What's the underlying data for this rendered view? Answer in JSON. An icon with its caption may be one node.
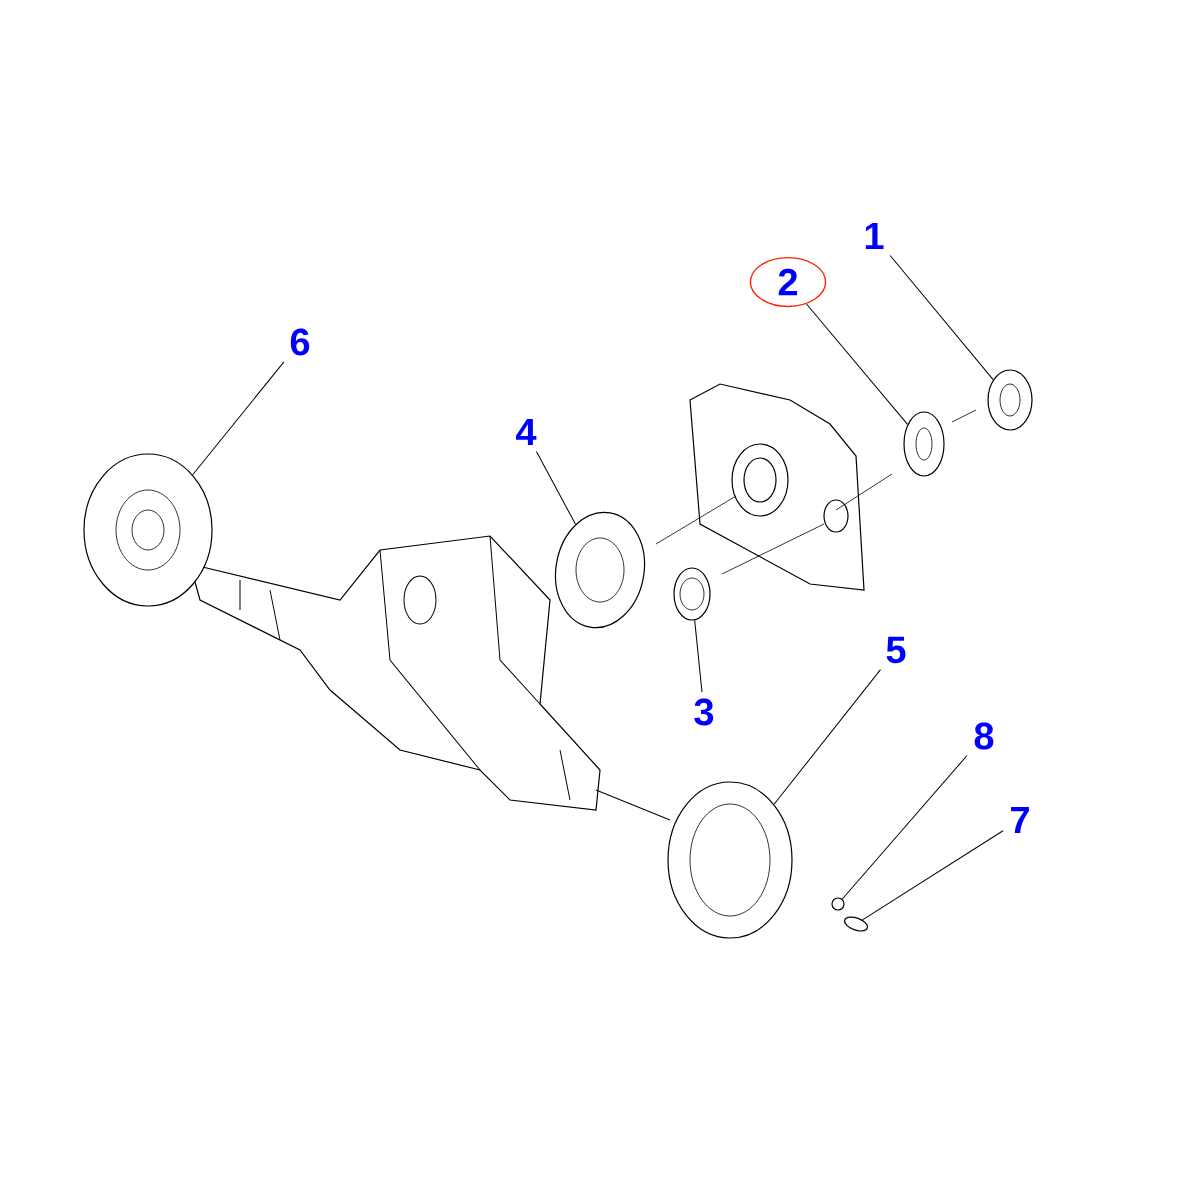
{
  "diagram": {
    "nodes": [
      {
        "text": [
          "1"
        ]
      },
      {
        "text": [
          "2"
        ]
      },
      {
        "text": [
          "6"
        ]
      },
      {
        "text": [
          "4"
        ]
      },
      {
        "text": [
          "3"
        ]
      },
      {
        "text": [
          "5"
        ]
      },
      {
        "text": [
          "8"
        ]
      },
      {
        "text": [
          "7"
        ]
      },
      {
        "text": [],
        "shape": "circle"
      },
      {
        "text": [],
        "shape": "circle"
      },
      {
        "text": [],
        "shape": "circle"
      },
      {
        "text": [],
        "shape": "circle"
      },
      {
        "text": [],
        "shape": "circle"
      },
      {
        "text": [],
        "shape": "circle"
      },
      {
        "text": [],
        "shape": "circle"
      },
      {
        "text": [],
        "shape": "circle"
      }
    ],
    "edges": [
      {
        "from": 0,
        "to": 8,
        "arrow": "none"
      },
      {
        "from": 1,
        "to": 9,
        "arrow": "none"
      },
      {
        "from": 2,
        "to": 10,
        "arrow": "none"
      },
      {
        "from": 3,
        "to": 11,
        "arrow": "none"
      },
      {
        "from": 4,
        "to": 12,
        "arrow": "none"
      },
      {
        "from": 5,
        "to": 13,
        "arrow": "none"
      },
      {
        "from": 6,
        "to": 14,
        "arrow": "none"
      },
      {
        "from": 7,
        "to": 15,
        "arrow": "none"
      }
    ]
  }
}
